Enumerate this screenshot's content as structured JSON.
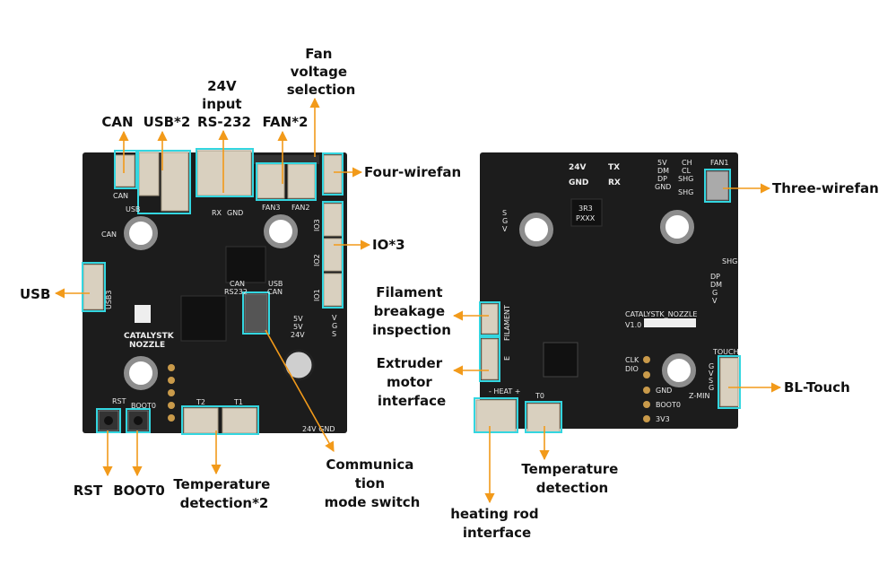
{
  "colors": {
    "board": "#1c1c1c",
    "highlight": "#33d6e0",
    "leader": "#f29a1a",
    "label": "#111111"
  },
  "callouts": {
    "fan_voltage": [
      "Fan",
      "voltage",
      "selection"
    ],
    "input_24v": [
      "24V",
      "input",
      "RS-232"
    ],
    "can": "CAN",
    "usb2": "USB*2",
    "fan2": "FAN*2",
    "four_wire_fan": "Four-wirefan",
    "io3": "IO*3",
    "usb": "USB",
    "rst": "RST",
    "boot0": "BOOT0",
    "temp2": [
      "Temperature",
      "detection*2"
    ],
    "comm_switch": [
      "Communica",
      "tion",
      "mode switch"
    ],
    "filament": [
      "Filament",
      "breakage",
      "inspection"
    ],
    "extruder": [
      "Extruder",
      "motor",
      "interface"
    ],
    "three_wire_fan": "Three-wirefan",
    "bltouch": "BL-Touch",
    "heating_rod": [
      "heating rod",
      "interface"
    ],
    "temp": [
      "Temperature",
      "detection"
    ]
  },
  "left_board_silk": {
    "can_top": "CAN",
    "usb": "USB",
    "rx": "RX",
    "gnd": "GND",
    "can_mid": "CAN",
    "fan3": "FAN3",
    "fan2": "FAN2",
    "io3": "IO3",
    "io2": "IO2",
    "io1": "IO1",
    "usb3": "USB3",
    "can_rs232": [
      "CAN",
      "RS232"
    ],
    "usb_can": [
      "USB",
      "CAN"
    ],
    "volt": [
      "5V",
      "5V",
      "24V"
    ],
    "vgs": [
      "V",
      "G",
      "S"
    ],
    "name": [
      "CATALYSTK",
      "NOZZLE"
    ],
    "rst": "RST",
    "boot0": "BOOT0",
    "t2": "T2",
    "t1": "T1",
    "power": "24V GND"
  },
  "right_board_silk": {
    "v24": "24V",
    "tx": "TX",
    "gnd": "GND",
    "rx": "RX",
    "usb_pins": [
      "5V",
      "DM",
      "DP",
      "GND"
    ],
    "can_pins": [
      "CH",
      "CL",
      "SHG",
      "SHG"
    ],
    "fan1": "FAN1",
    "inductor": [
      "3R3",
      "PXXX"
    ],
    "shg": "SHG",
    "pins_right": [
      "DP",
      "DM",
      "G",
      "V"
    ],
    "sgv": [
      "S",
      "G",
      "V"
    ],
    "filament": "FILAMENT",
    "e": "E",
    "name": "CATALYSTK_NOZZLE",
    "version": "V1.0",
    "clk": "CLK",
    "dio": "DIO",
    "gnd2": "GND",
    "boot0": "BOOT0",
    "v3v3": "3V3",
    "touch": "TOUCH",
    "touch_pins": [
      "G",
      "V",
      "S",
      "G"
    ],
    "zmin": "Z-MIN",
    "heat": "- HEAT +",
    "t0": "T0"
  }
}
